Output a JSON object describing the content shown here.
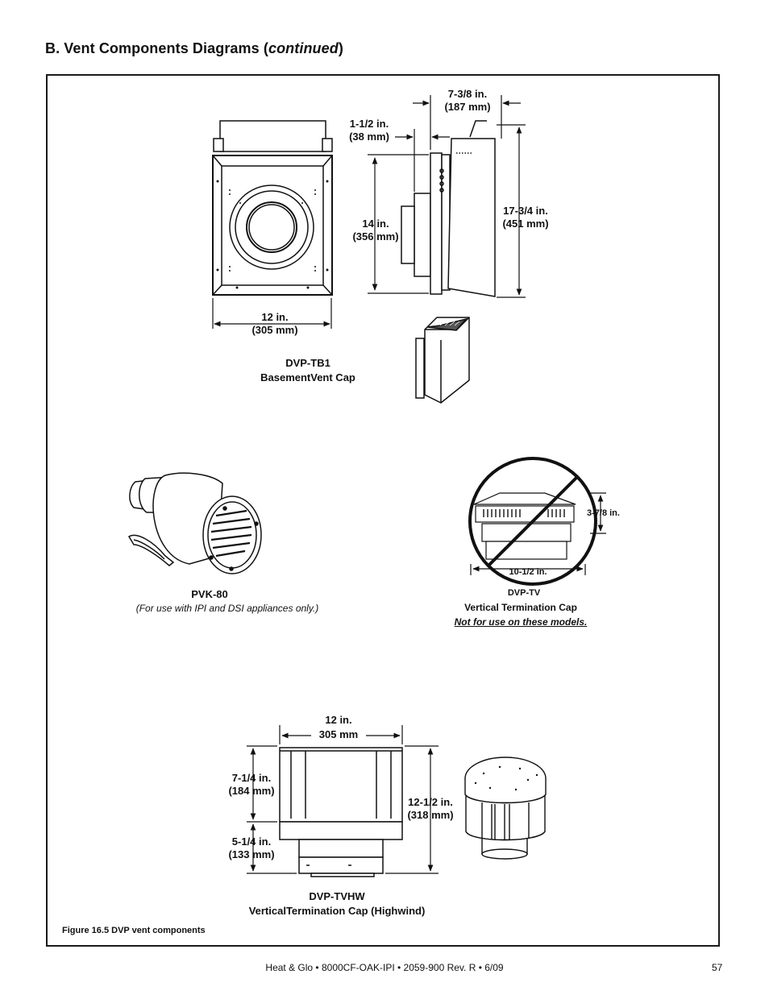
{
  "heading": {
    "main": "B.  Vent Components Diagrams (",
    "italic": "continued",
    "close": ")"
  },
  "tb1": {
    "width_in": "12 in.",
    "width_mm": "(305 mm)",
    "height_in": "14 in.",
    "height_mm": "(356 mm)",
    "side_in": "1-1/2 in.",
    "side_mm": "(38 mm)",
    "depth_in": "7-3/8 in.",
    "depth_mm": "(187 mm)",
    "tall_in": "17-3/4 in.",
    "tall_mm": "(451 mm)",
    "name": "DVP-TB1",
    "desc": "BasementVent Cap"
  },
  "pvk": {
    "name": "PVK-80",
    "note": "(For use with IPI and DSI appliances only.)"
  },
  "tv": {
    "height": "3-7/8 in.",
    "width": "10-1/2 in.",
    "name": "DVP-TV",
    "desc": "Vertical Termination Cap",
    "warning": "Not for use on these models."
  },
  "tvhw": {
    "width_in": "12 in.",
    "width_mm": "305 mm",
    "upper_in": "7-1/4 in.",
    "upper_mm": "(184 mm)",
    "lower_in": "5-1/4 in.",
    "lower_mm": "(133 mm)",
    "total_in": "12-1/2 in.",
    "total_mm": "(318 mm)",
    "name": "DVP-TVHW",
    "desc": "VerticalTermination Cap (Highwind)"
  },
  "caption": "Figure 16.5  DVP vent components",
  "footer": "Heat & Glo  •  8000CF-OAK-IPI  •  2059-900  Rev. R  •  6/09",
  "page_number": "57"
}
